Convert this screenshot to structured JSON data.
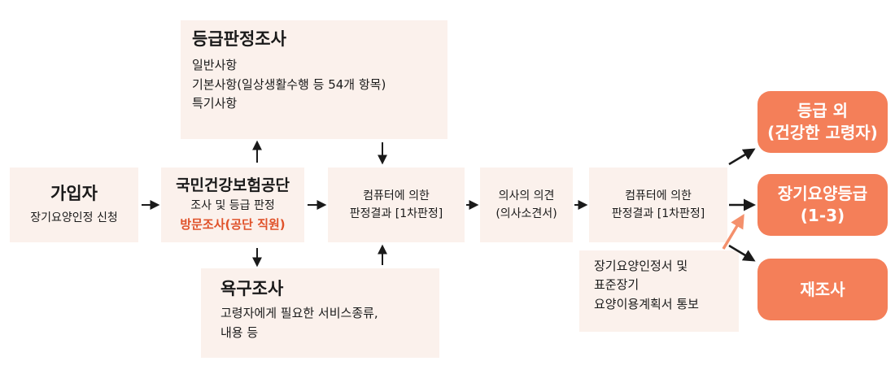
{
  "grade_survey": {
    "title": "등급판정조사",
    "lines": [
      "일반사항",
      "기본사항(일상생활수행 등 54개 항목)",
      "특기사항"
    ]
  },
  "applicant": {
    "title": "가입자",
    "subtitle": "장기요양인정 신청"
  },
  "nhis": {
    "title": "국민건강보험공단",
    "subtitle": "조사 및 등급 판정",
    "highlight": "방문조사(공단 직원)"
  },
  "computer_first": {
    "lines": [
      "컴퓨터에 의한",
      "판정결과 [1차판정]"
    ]
  },
  "doctor_opinion": {
    "lines": [
      "의사의 의견",
      "(의사소견서)"
    ]
  },
  "computer_second": {
    "lines": [
      "컴퓨터에 의한",
      "판정결과 [1차판정]"
    ]
  },
  "needs_survey": {
    "title": "욕구조사",
    "lines": [
      "고령자에게 필요한 서비스종류,",
      "내용 등"
    ]
  },
  "notice": {
    "lines": [
      "장기요양인정서 및",
      "표준장기",
      "요양이용계획서 통보"
    ]
  },
  "outcomes": {
    "out_of_grade": [
      "등급 외",
      "(건강한 고령자)"
    ],
    "ltc_grade": [
      "장기요양등급",
      "(1-3)"
    ],
    "re_survey": "재조사"
  },
  "colors": {
    "box_fill": "#fbf1ec",
    "pill_fill": "#f47f59",
    "highlight_text": "#e0522a",
    "arrow": "#1a1a1a",
    "notice_arrow": "#f4906c"
  }
}
